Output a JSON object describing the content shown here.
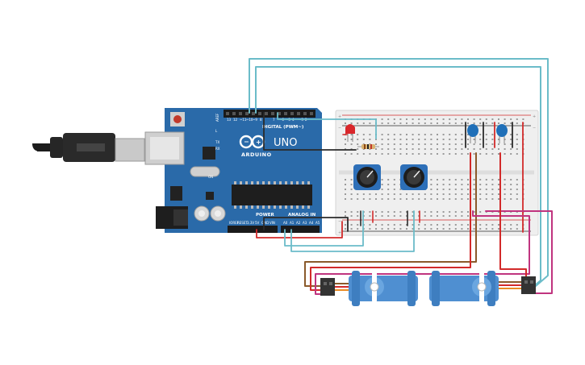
{
  "arduino": {
    "model": "UNO",
    "brand": "ARDUINO",
    "digital_label": "DIGITAL (PWM~)",
    "power_label": "POWER",
    "analog_label": "ANALOG IN",
    "aref_label": "AREF",
    "tx_label": "TX",
    "rx_label": "RX",
    "l_label": "L",
    "on_label": "ON",
    "color": "#2a6aa9"
  },
  "colors": {
    "wire_teal": "#6bbcc9",
    "wire_red": "#d22a2a",
    "wire_black": "#2b2b2b",
    "wire_magenta": "#c0347f",
    "wire_brown": "#8b5a2b",
    "servo_blue": "#4f8fd1",
    "servo_connector": "#333333",
    "breadboard": "#f1f1f1",
    "pot_body": "#2d6fb8",
    "led_red": "#d9262b",
    "button_blue": "#1f6fb8"
  },
  "icons": {
    "usb": "usb-cable-icon",
    "arduino_logo": "arduino-infinity-icon"
  }
}
